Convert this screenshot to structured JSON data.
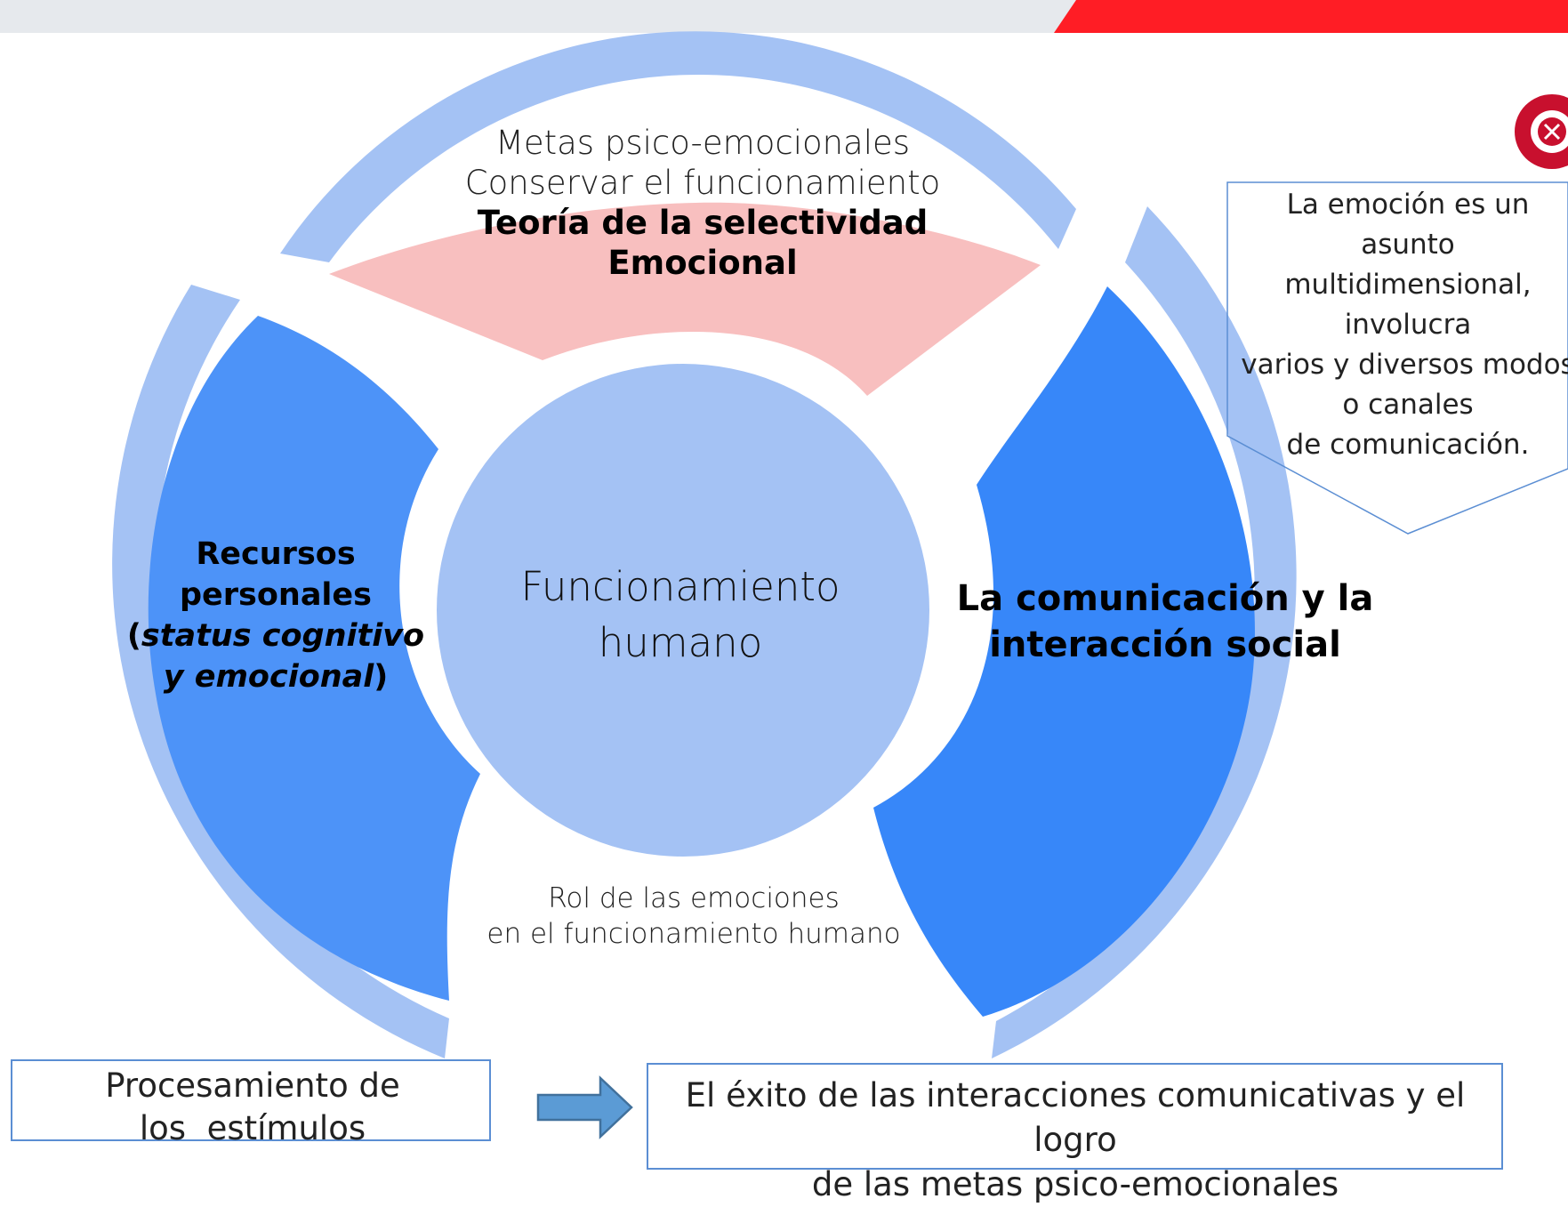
{
  "colors": {
    "outer_ring": "#a4c2f4",
    "center": "#a4c2f4",
    "top_segment": "#f8bfbf",
    "left_segment": "#4d93f8",
    "right_segment": "#3787f9",
    "accent_red": "#ff1d25",
    "box_border": "#5b8ed3",
    "arrow_fill": "#5b9bd5"
  },
  "top_segment": {
    "line1": "Metas psico-emocionales",
    "line2": "Conservar el funcionamiento",
    "bold_line1": "Teoría de la selectividad",
    "bold_line2": "Emocional"
  },
  "center": {
    "line1": "Funcionamiento",
    "line2": "humano"
  },
  "left_segment": {
    "line1": "Recursos",
    "line2": "personales",
    "line3_open": "(",
    "line3_italic": "status cognitivo",
    "line4_italic": "y emocional",
    "line4_close": ")"
  },
  "right_segment": {
    "line1": "La comunicación y la",
    "line2": "interacción social"
  },
  "role_caption": {
    "line1": "Rol de las emociones",
    "line2": "en el funcionamiento humano"
  },
  "callout": {
    "lines": [
      "La emoción es un",
      "asunto",
      "multidimensional,",
      "involucra",
      "varios y diversos modos",
      "o canales",
      "de comunicación."
    ]
  },
  "stimulus_box": {
    "line1": "Procesamiento de",
    "line2": "los  estímulos"
  },
  "outcome_box": {
    "line1": "El éxito de las interacciones comunicativas y el logro",
    "line2": "de las metas psico-emocionales"
  },
  "icons": [
    "logo-seal-icon",
    "right-arrow-icon"
  ]
}
